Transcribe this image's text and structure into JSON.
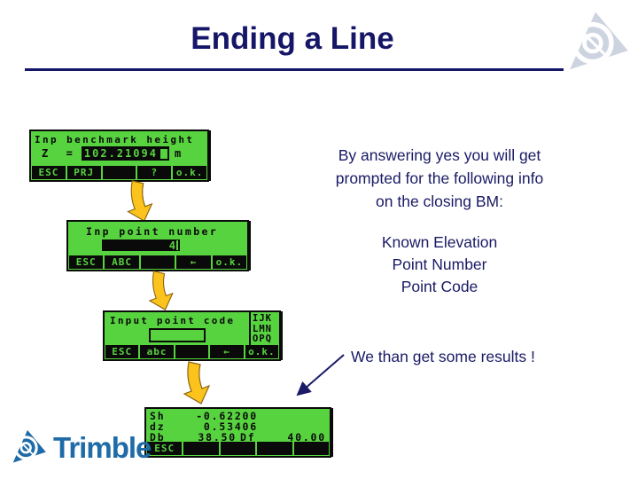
{
  "slide": {
    "title": "Ending a Line"
  },
  "colors": {
    "navy": "#1a1a66",
    "lcd_green": "#58d340",
    "lcd_black": "#0a0a0a",
    "arrow_gold": "#fbc31c",
    "trimble_blue": "#1e6ba8",
    "logo_silver": "#cdd4e0"
  },
  "screens": [
    {
      "title": "Inp benchmark height",
      "z_label": "Z  =",
      "value": "102.21094",
      "unit": "m",
      "softkeys": [
        "ESC",
        "PRJ",
        "",
        "?",
        "o.k."
      ]
    },
    {
      "title": "Inp point number",
      "value": "4",
      "softkeys": [
        "ESC",
        "ABC",
        "",
        "←",
        "o.k."
      ]
    },
    {
      "title": "Input point code",
      "side_options": [
        "IJK",
        "LMN",
        "OPQ"
      ],
      "softkeys": [
        "ESC",
        "abc",
        "",
        "←",
        "o.k."
      ]
    },
    {
      "rows": [
        {
          "label": "Sh",
          "value": "-0.62200"
        },
        {
          "label": "dz",
          "value": "0.53406"
        },
        {
          "label": "Db",
          "value": "38.50",
          "label2": "Df",
          "value2": "40.00"
        }
      ],
      "softkeys": [
        "ESC",
        "",
        "",
        "",
        ""
      ]
    }
  ],
  "annotations": {
    "prompt_text": [
      "By answering yes you will get",
      "prompted for the following info",
      "on the closing BM:"
    ],
    "info_list": [
      "Known Elevation",
      "Point Number",
      "Point Code"
    ],
    "results_note": "We than get some results !"
  },
  "branding": {
    "name": "Trimble"
  }
}
